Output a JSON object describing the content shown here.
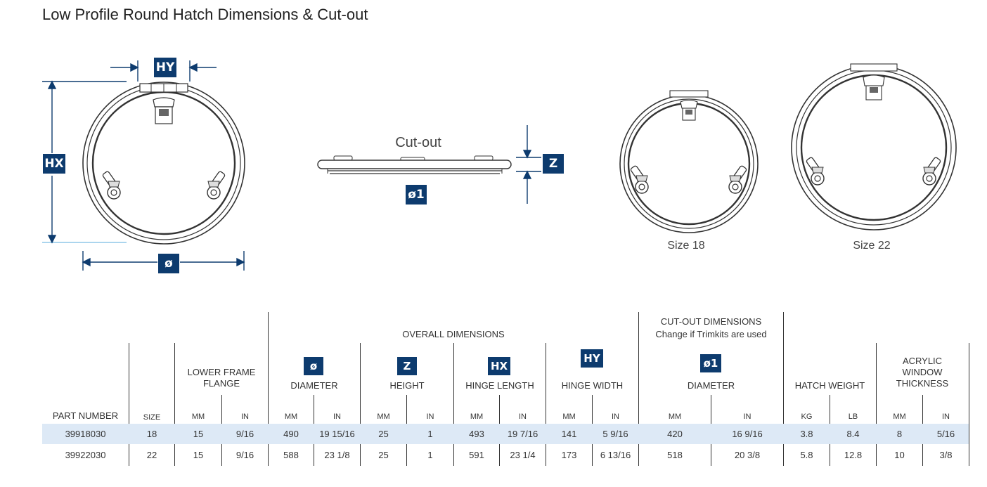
{
  "title": "Low Profile Round Hatch Dimensions & Cut-out",
  "diagram": {
    "labels": {
      "hy": "HY",
      "hx": "HX",
      "diameter": "ø",
      "z": "Z",
      "cutout_diameter": "ø1"
    },
    "cutout_title": "Cut-out",
    "size_18_caption": "Size 18",
    "size_22_caption": "Size 22"
  },
  "table": {
    "group_overall": "OVERALL DIMENSIONS",
    "group_cutout": "CUT-OUT DIMENSIONS",
    "group_cutout_note": "Change if Trimkits are used",
    "col_part": "PART NUMBER",
    "col_size": "SIZE",
    "col_lower_frame": "LOWER FRAME FLANGE",
    "col_diameter_badge": "ø",
    "col_diameter": "DIAMETER",
    "col_height_badge": "Z",
    "col_height": "HEIGHT",
    "col_hinge_length_badge": "HX",
    "col_hinge_length": "HINGE LENGTH",
    "col_hinge_width_badge": "HY",
    "col_hinge_width": "HINGE WIDTH",
    "col_cut_diameter_badge": "ø1",
    "col_cut_diameter": "DIAMETER",
    "col_weight": "HATCH WEIGHT",
    "col_acrylic": "ACRYLIC WINDOW THICKNESS",
    "unit_mm": "MM",
    "unit_in": "IN",
    "unit_kg": "KG",
    "unit_lb": "LB",
    "rows": [
      {
        "part": "39918030",
        "size": "18",
        "flange_mm": "15",
        "flange_in": "9/16",
        "dia_mm": "490",
        "dia_in": "19 15/16",
        "z_mm": "25",
        "z_in": "1",
        "hx_mm": "493",
        "hx_in": "19 7/16",
        "hy_mm": "141",
        "hy_in": "5 9/16",
        "cut_mm": "420",
        "cut_in": "16 9/16",
        "kg": "3.8",
        "lb": "8.4",
        "acr_mm": "8",
        "acr_in": "5/16"
      },
      {
        "part": "39922030",
        "size": "22",
        "flange_mm": "15",
        "flange_in": "9/16",
        "dia_mm": "588",
        "dia_in": "23 1/8",
        "z_mm": "25",
        "z_in": "1",
        "hx_mm": "591",
        "hx_in": "23 1/4",
        "hy_mm": "173",
        "hy_in": "6 13/16",
        "cut_mm": "518",
        "cut_in": "20 3/8",
        "kg": "5.8",
        "lb": "12.8",
        "acr_mm": "10",
        "acr_in": "3/8"
      }
    ]
  },
  "colors": {
    "navy": "#0d3b6e",
    "highlight": "#dde9f6"
  }
}
